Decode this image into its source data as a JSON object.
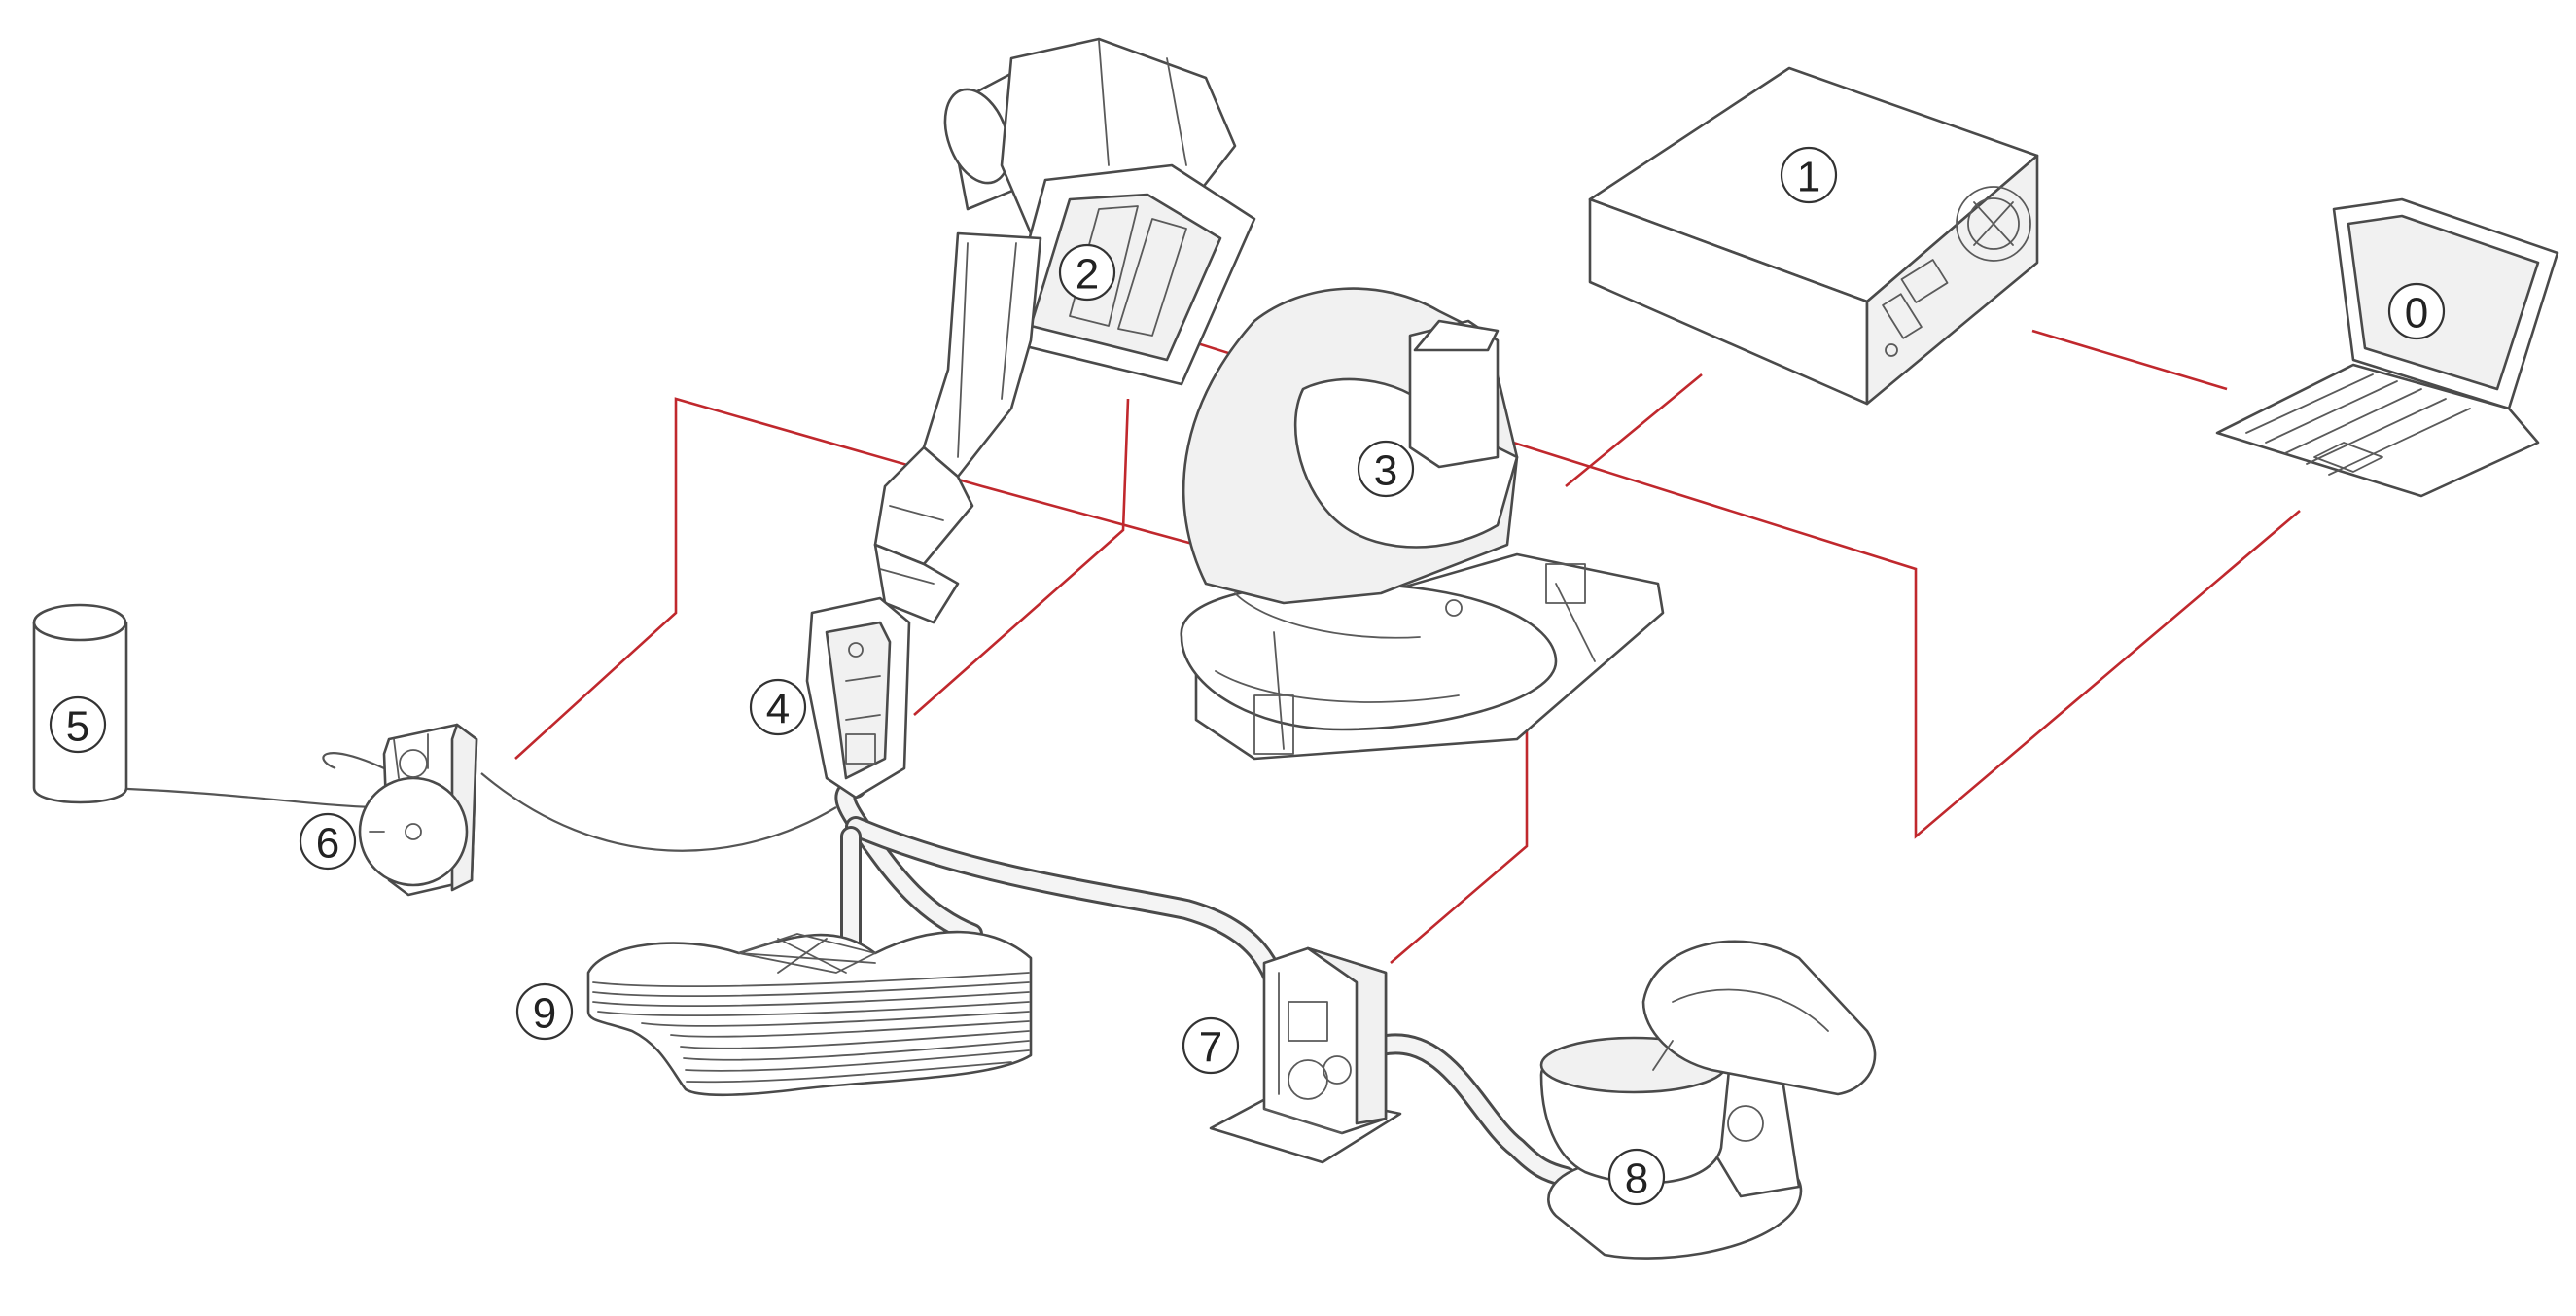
{
  "diagram": {
    "colors": {
      "connection_line": "#c0282d",
      "outline": "#4a4a4a",
      "background": "#ffffff"
    },
    "components": [
      {
        "id": "component-0",
        "icon": "laptop-icon",
        "label": "0"
      },
      {
        "id": "component-1",
        "icon": "controller-cabinet-icon",
        "label": "1"
      },
      {
        "id": "component-2",
        "icon": "robot-arm-icon",
        "label": "2"
      },
      {
        "id": "component-3",
        "icon": "robot-base-icon",
        "label": "3"
      },
      {
        "id": "component-4",
        "icon": "print-head-icon",
        "label": "4"
      },
      {
        "id": "component-5",
        "icon": "container-icon",
        "label": "5"
      },
      {
        "id": "component-6",
        "icon": "dosing-pump-icon",
        "label": "6"
      },
      {
        "id": "component-7",
        "icon": "feed-pump-icon",
        "label": "7"
      },
      {
        "id": "component-8",
        "icon": "mixer-icon",
        "label": "8"
      },
      {
        "id": "component-9",
        "icon": "printed-part-icon",
        "label": "9"
      }
    ]
  }
}
